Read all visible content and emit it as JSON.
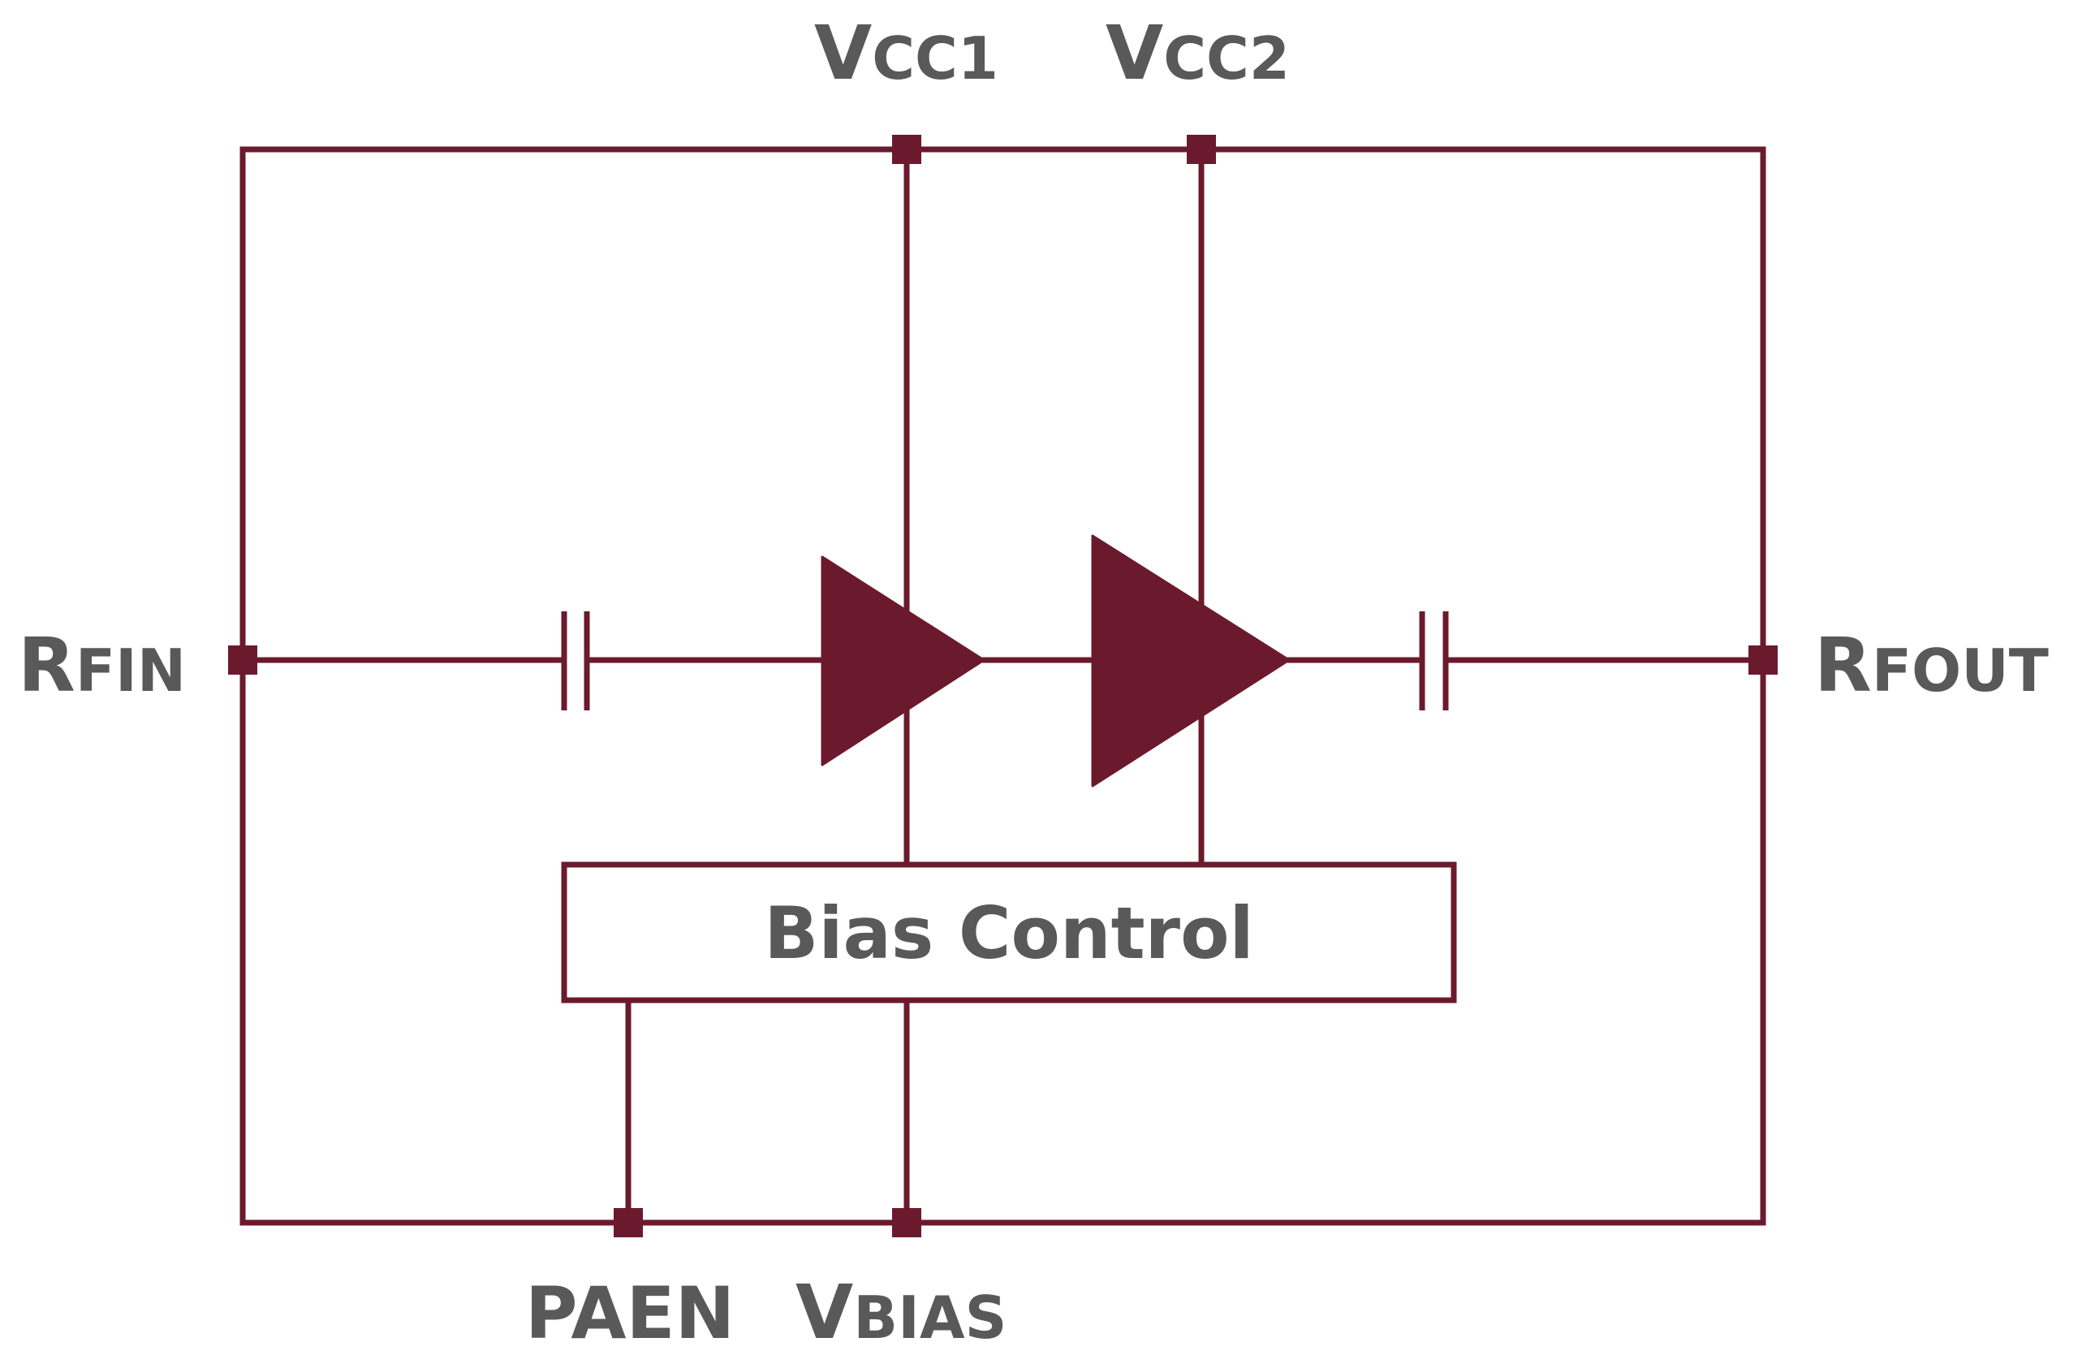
{
  "colors": {
    "line": "#6b1a2d",
    "text": "#595959",
    "background": "#ffffff"
  },
  "labels": {
    "vcc1": {
      "main": "V",
      "sub": "CC1"
    },
    "vcc2": {
      "main": "V",
      "sub": "CC2"
    },
    "rfin": {
      "main": "R",
      "sub": "FIN"
    },
    "rfout": {
      "main": "R",
      "sub": "FOUT"
    },
    "paen": "PAEN",
    "vbias": {
      "main": "V",
      "sub": "BIAS"
    }
  },
  "bias_control": "Bias Control"
}
